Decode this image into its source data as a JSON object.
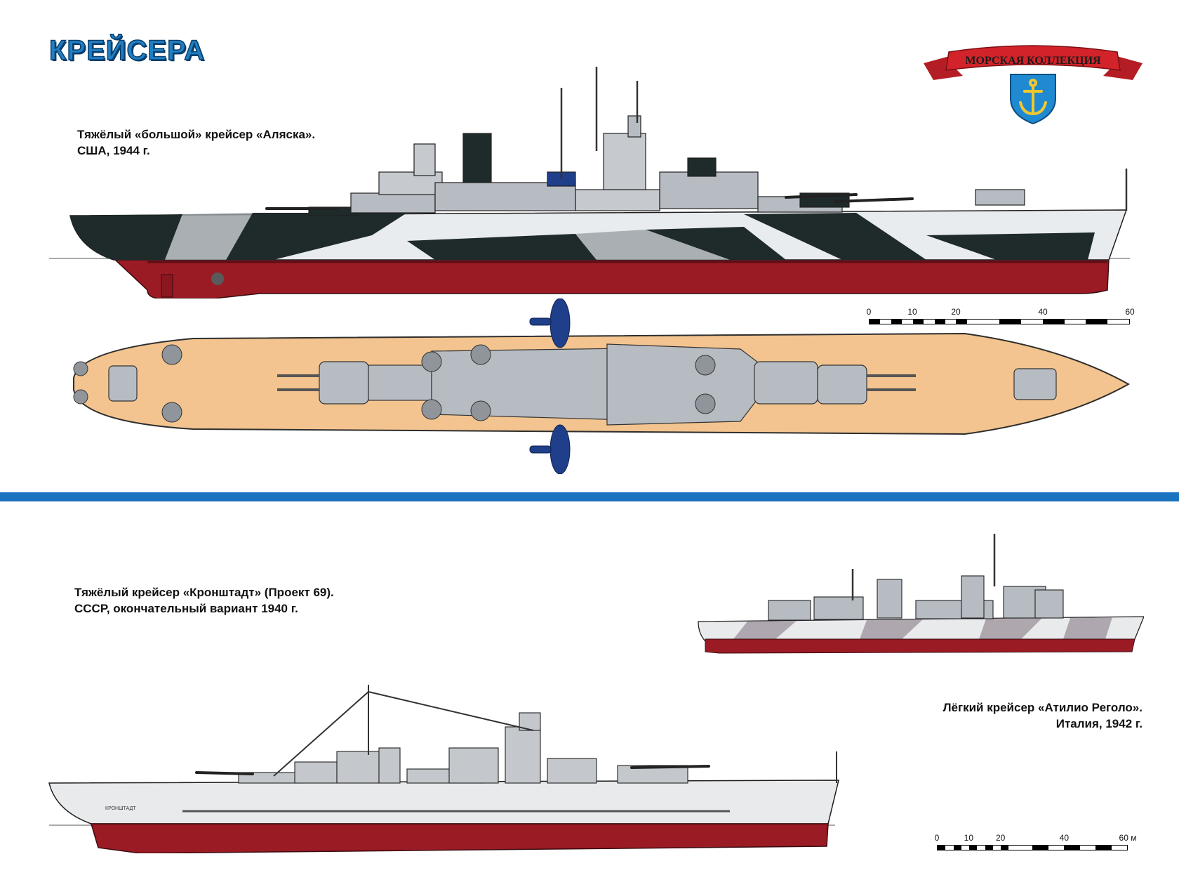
{
  "header": {
    "title": "КРЕЙСЕРА",
    "emblem": {
      "banner_text": "МОРСКАЯ КОЛЛЕКЦИЯ",
      "icon": "anchor-icon",
      "banner_color": "#d2232a",
      "shield_color": "#1f8ad1",
      "anchor_color": "#f2c82e"
    }
  },
  "ships": {
    "alaska": {
      "caption_line1": "Тяжёлый «большой» крейсер «Аляска».",
      "caption_line2": "США,  1944 г."
    },
    "kronshtadt": {
      "caption_line1": "Тяжёлый крейсер «Кронштадт» (Проект 69).",
      "caption_line2": "СССР, окончательный вариант 1940 г.",
      "hull_name": "КРОНШТАДТ"
    },
    "regolo": {
      "caption_line1": "Лёгкий крейсер «Атилио Реголо».",
      "caption_line2": "Италия, 1942 г."
    }
  },
  "scales": {
    "top": {
      "labels": [
        "0",
        "10",
        "20",
        "40",
        "60"
      ],
      "values": [
        0,
        10,
        20,
        40,
        60
      ]
    },
    "bottom": {
      "labels": [
        "0",
        "10",
        "20",
        "40",
        "60 м"
      ],
      "values": [
        0,
        10,
        20,
        40,
        60
      ]
    }
  },
  "colors": {
    "hull_red": "#9b1b25",
    "camo_dark": "#1f2a2a",
    "camo_light": "#e9ecee",
    "deck_wood": "#f3c48f",
    "superstructure_grey": "#b7bcc2",
    "divider_blue": "#1b73c0",
    "aircraft_blue": "#1f3f8a"
  }
}
